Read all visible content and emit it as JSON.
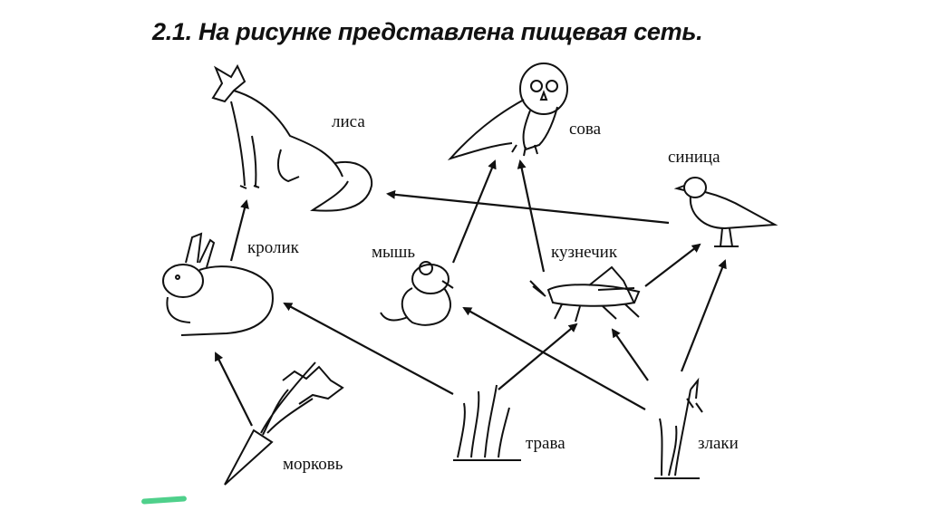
{
  "title": "2.1. На рисунке представлена пищевая сеть.",
  "organisms": {
    "fox": "лиса",
    "owl": "сова",
    "tit": "синица",
    "rabbit": "кролик",
    "mouse": "мышь",
    "grasshopper": "кузнечик",
    "carrot": "морковь",
    "grass": "трава",
    "cereals": "злаки"
  },
  "food_links": [
    [
      "морковь",
      "кролик"
    ],
    [
      "трава",
      "кролик"
    ],
    [
      "трава",
      "кузнечик"
    ],
    [
      "злаки",
      "мышь"
    ],
    [
      "злаки",
      "кузнечик"
    ],
    [
      "злаки",
      "синица"
    ],
    [
      "кролик",
      "лиса"
    ],
    [
      "мышь",
      "сова"
    ],
    [
      "кузнечик",
      "сова"
    ],
    [
      "кузнечик",
      "синица"
    ],
    [
      "синица",
      "лиса"
    ]
  ],
  "colors": {
    "ink": "#111111",
    "marker": "#4fd08b"
  }
}
